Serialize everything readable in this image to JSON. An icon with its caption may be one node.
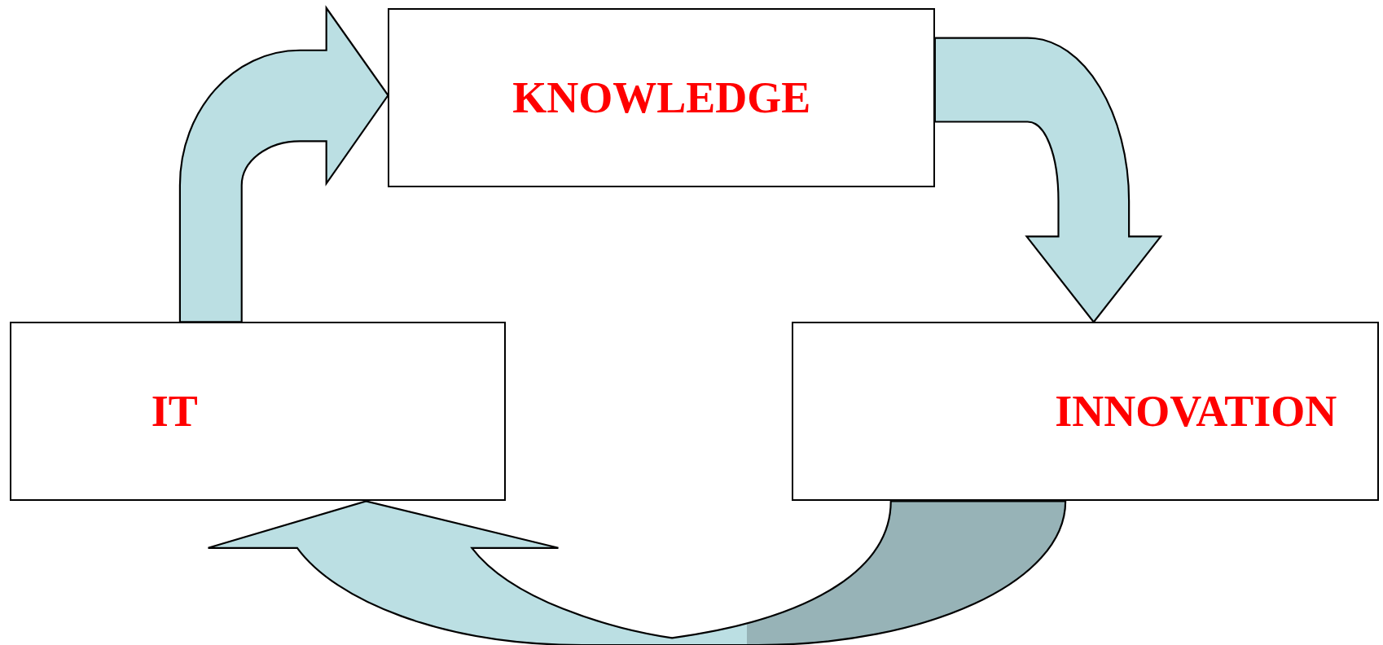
{
  "diagram": {
    "nodes": [
      {
        "text": [
          "KNOWLEDGE"
        ]
      },
      {
        "text": [
          "IT"
        ]
      },
      {
        "text": [
          "INNOVATION"
        ]
      }
    ],
    "edges": [
      {
        "from": 1,
        "to": 0,
        "arrow": "to"
      },
      {
        "from": 0,
        "to": 2,
        "arrow": "to"
      },
      {
        "from": 2,
        "to": 1,
        "arrow": "to"
      }
    ]
  }
}
